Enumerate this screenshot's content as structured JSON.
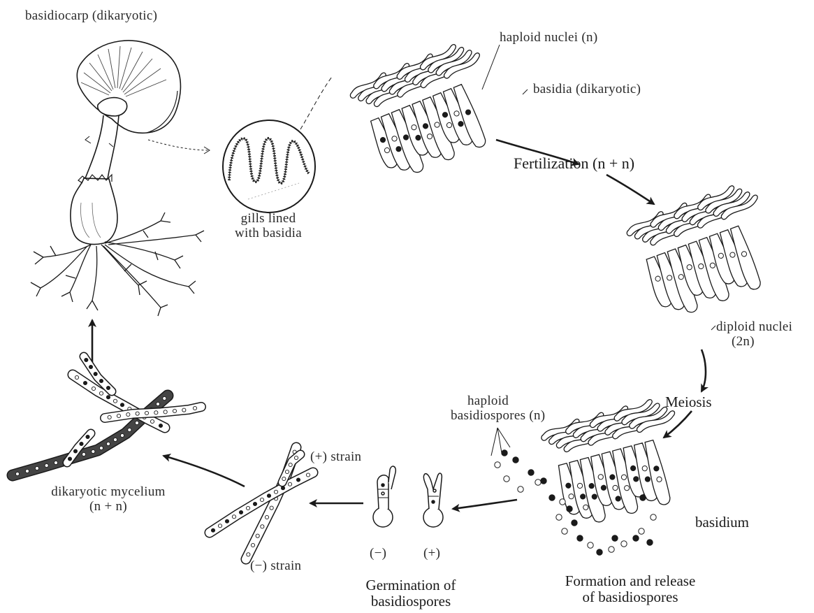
{
  "labels": {
    "basidiocarp": "basidiocarp (dikaryotic)",
    "haploid_nuclei": "haploid nuclei (n)",
    "basidia_dikaryotic": "basidia (dikaryotic)",
    "fertilization": "Fertilization (n + n)",
    "gills_line1": "gills lined",
    "gills_line2": "with basidia",
    "diploid_line1": "diploid nuclei",
    "diploid_line2": "(2n)",
    "meiosis": "Meiosis",
    "haploid_spores_line1": "haploid",
    "haploid_spores_line2": "basidiospores (n)",
    "basidium": "basidium",
    "plus_strain": "(+) strain",
    "minus_strain": "(−) strain",
    "minus_sign": "(−)",
    "plus_sign": "(+)",
    "dikaryotic_line1": "dikaryotic mycelium",
    "dikaryotic_line2": "(n + n)",
    "germination_line1": "Germination of",
    "germination_line2": "basidiospores",
    "formation_line1": "Formation and release",
    "formation_line2": "of basidiospores"
  },
  "colors": {
    "ink": "#1a1a1a",
    "paper": "#ffffff"
  }
}
